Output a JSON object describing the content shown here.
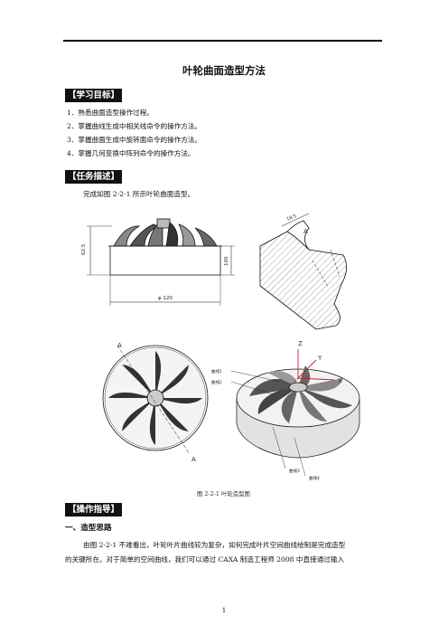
{
  "doc": {
    "title": "叶轮曲面造型方法",
    "section_goals": "【学习目标】",
    "goals": [
      "1．熟悉曲面造型操作过程。",
      "2．掌握曲线生成中相关线命令的操作方法。",
      "3．掌握曲面生成中旋转面命令的操作方法。",
      "4．掌握几何变换中阵列命令的操作方法。"
    ],
    "section_task": "【任务描述】",
    "task_text": "完成如图 2-2-1 所示叶轮曲面造型。",
    "figure_caption": "图 2-2-1  叶轮造型图",
    "section_guide": "【操作指导】",
    "heading_1": "一、造型思路",
    "body_line_1": "由图 2-2-1 不难看出，叶轮叶片曲线较为复杂，如何完成叶片空间曲线绘制是完成造型",
    "body_line_2": "的关键所在。对于简单的空间曲线，我们可以通过 CAXA 制造工程师 2008 中直接通过输入",
    "page_number": "1"
  },
  "drawing": {
    "dim_height": "62.5",
    "dim_base": "100",
    "dim_diameter": "φ 120",
    "dim_top": "18.5",
    "section_label": "A",
    "view_arrow_top": "A",
    "view_arrow_bottom": "A",
    "axis_x": "X",
    "axis_y": "Y",
    "axis_z": "Z",
    "curve_1": "曲线1",
    "curve_2": "曲线2",
    "curve_3": "曲线3",
    "curve_4": "曲线4"
  }
}
